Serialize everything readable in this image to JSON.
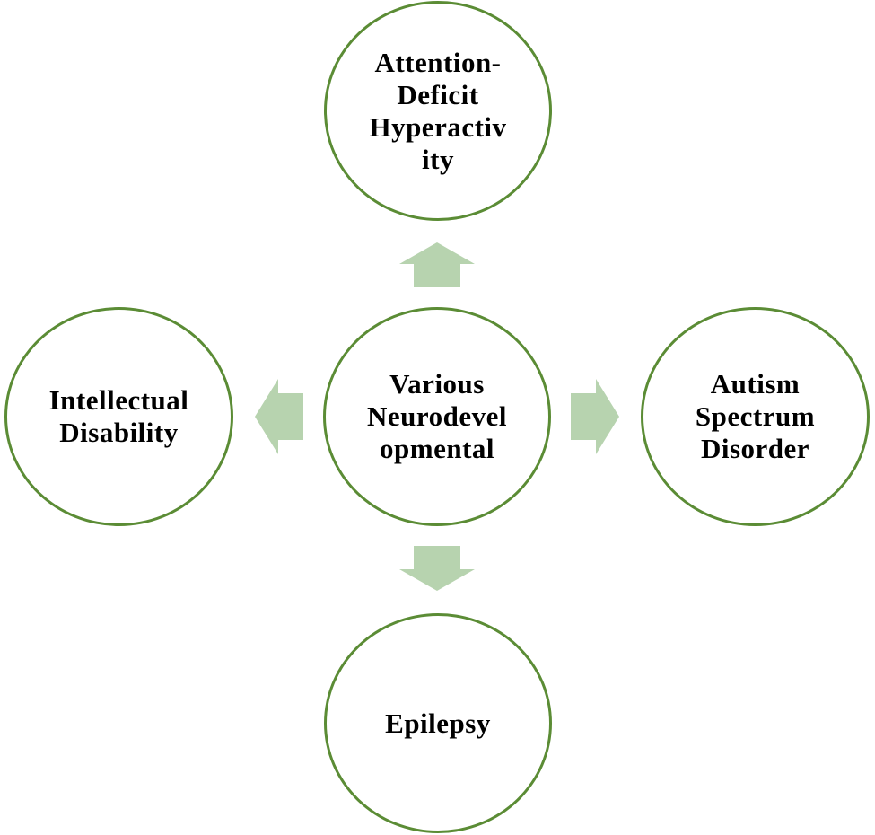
{
  "diagram": {
    "center": {
      "label": "Various\nNeurodevel\nopmental"
    },
    "top": {
      "label": "Attention-\nDeficit\nHyperactiv\nity"
    },
    "right": {
      "label": "Autism\nSpectrum\nDisorder"
    },
    "bottom": {
      "label": "Epilepsy"
    },
    "left": {
      "label": "Intellectual\nDisability"
    }
  },
  "colors": {
    "circle_border": "#5b8c35",
    "arrow_fill": "#b7d3af",
    "text": "#000000",
    "background": "#ffffff"
  }
}
